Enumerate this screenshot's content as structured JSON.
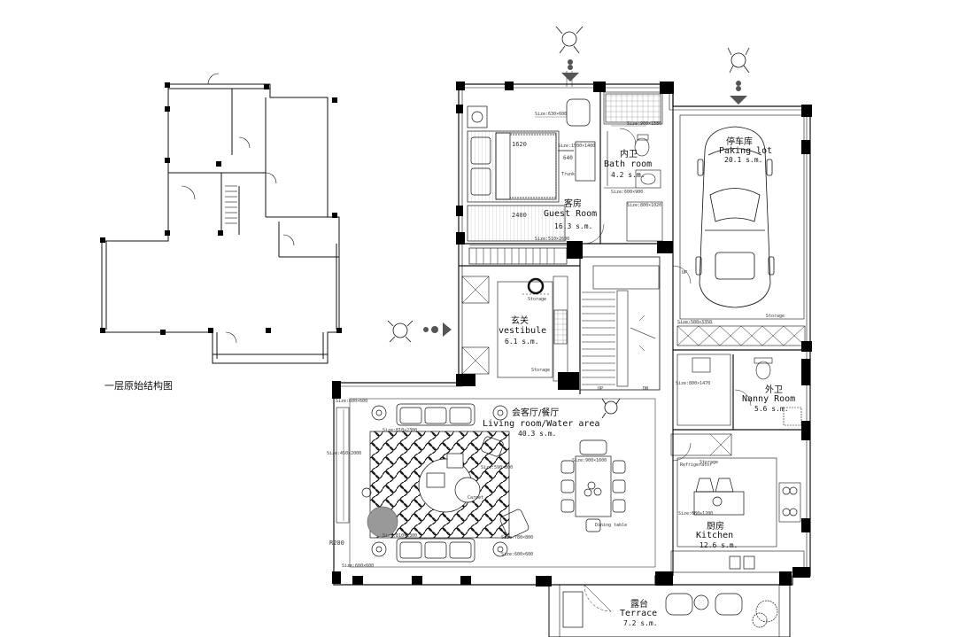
{
  "caption": "一层原始结构图",
  "rooms": {
    "guest": {
      "cn": "客房",
      "en": "Guest Room",
      "area": "16.3 s.m."
    },
    "bath": {
      "cn": "内卫",
      "en": "Bath room",
      "area": "4.2 s.m."
    },
    "parking": {
      "cn": "停车库",
      "en": "Paking lot",
      "area": "20.1 s.m."
    },
    "vestibule": {
      "cn": "玄关",
      "en": "vestibule",
      "area": "6.1 s.m."
    },
    "living": {
      "cn": "会客厅/餐厅",
      "en": "Living room/Water area",
      "area": "40.3 s.m."
    },
    "nanny": {
      "cn": "外卫",
      "en": "Nanny Room",
      "area": "5.6 s.m."
    },
    "kitchen": {
      "cn": "厨房",
      "en": "Kitchen",
      "area": "12.6 s.m."
    },
    "terrace": {
      "cn": "露台",
      "en": "Terrace",
      "area": "7.2 s.m."
    }
  },
  "small_labels": {
    "size_guest_top": "Size:630×600",
    "size_bed": "Size:1500×1400",
    "size_bath": "Size:900×1580",
    "size_bath2": "Size:600×900",
    "size_guest_side": "Size:800×1020",
    "size_guest_bottom": "Size:510×2600",
    "size_parking": "Size:500×3350",
    "size_nanny": "Size:800×1470",
    "size_dining": "Size:900×1600",
    "size_kitchen": "Size:680×1200",
    "size_living_left": "Size:450×2000",
    "size_sofa_top": "Size:810×2300",
    "size_sofa_bottom": "Size:810×2300",
    "size_coffee": "Size:590×800",
    "size_corner_tl": "Size:600×600",
    "size_corner_bl": "Size:600×600",
    "size_corner_br": "Size:600×600",
    "size_chair": "Size:780×800",
    "storage1": "Storage",
    "storage2": "Storage",
    "storage3": "Storage",
    "storage4": "Storage",
    "refrigerator": "Refrigerator",
    "dining_table": "Dining table",
    "carpet": "Carpet",
    "trunk": "Trunk",
    "up1": "UP",
    "up2": "UP",
    "dn": "DN",
    "r200": "R200",
    "dim_2400": "2400",
    "dim_1620": "1620",
    "dim_640": "640"
  },
  "colors": {
    "line": "#111111",
    "wall": "#000000",
    "grey": "#888888",
    "accent": "#2a2a2a"
  }
}
